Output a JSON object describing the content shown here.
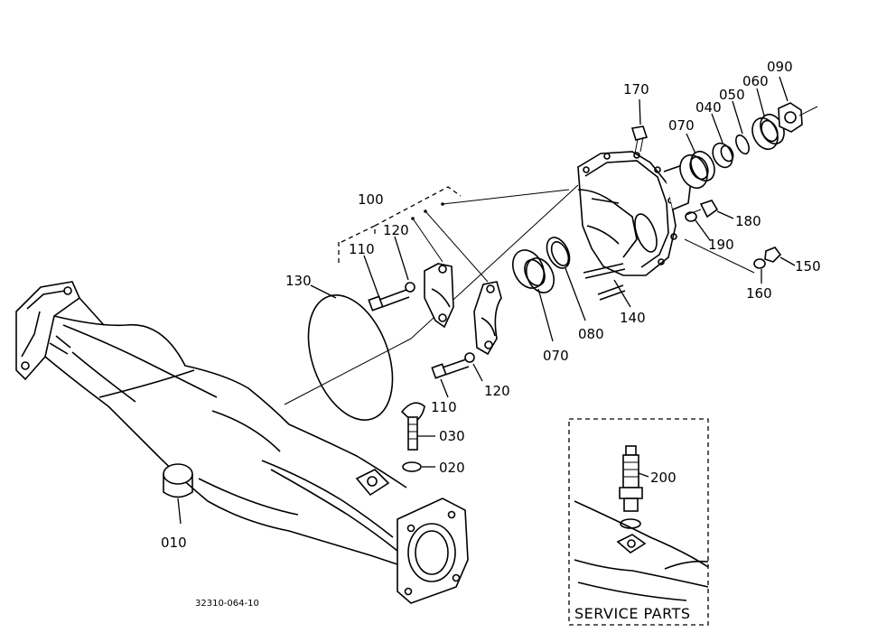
{
  "labels": {
    "p010": "010",
    "p020": "020",
    "p030": "030",
    "p040": "040",
    "p050": "050",
    "p060": "060",
    "p070a": "070",
    "p070b": "070",
    "p080": "080",
    "p090": "090",
    "p100": "100",
    "p110a": "110",
    "p110b": "110",
    "p120a": "120",
    "p120b": "120",
    "p130": "130",
    "p140": "140",
    "p150": "150",
    "p160": "160",
    "p170": "170",
    "p180": "180",
    "p190": "190",
    "p200": "200"
  },
  "drawing_code": "32310-064-10",
  "service_parts": "SERVICE PARTS"
}
